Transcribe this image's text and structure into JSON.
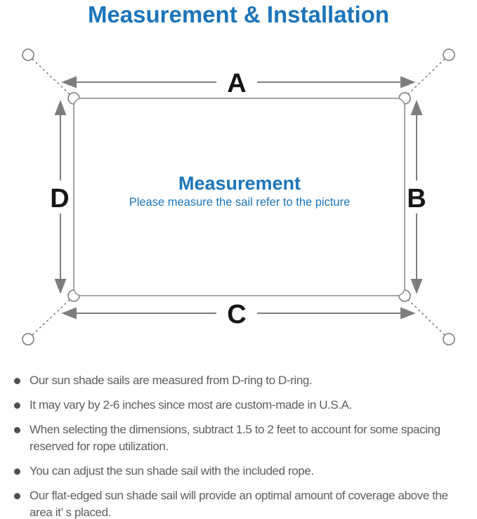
{
  "title": "Measurement & Installation",
  "colors": {
    "accent_blue": "#1b75bb",
    "line_gray": "#8a8a8a",
    "arrow_gray": "#7d7d7d",
    "text_gray": "#5d5d5d",
    "label_black": "#161616"
  },
  "diagram": {
    "side_labels": {
      "top": "A",
      "right": "B",
      "bottom": "C",
      "left": "D"
    },
    "center_title": "Measurement",
    "center_subtitle": "Please measure the sail refer to the picture",
    "icons": [
      "d-ring-icon",
      "anchor-point-icon",
      "rope-dashed-line",
      "dimension-arrow"
    ]
  },
  "notes": [
    "Our sun shade sails are measured from D-ring to D-ring.",
    "It may vary by 2-6 inches since most are custom-made in U.S.A.",
    "When selecting the dimensions, subtract 1.5 to 2 feet to account for some spacing reserved for rope utilization.",
    "You can adjust the sun shade sail with the included rope.",
    "Our flat-edged sun shade sail will provide an optimal amount of coverage above the area it’ s placed."
  ]
}
